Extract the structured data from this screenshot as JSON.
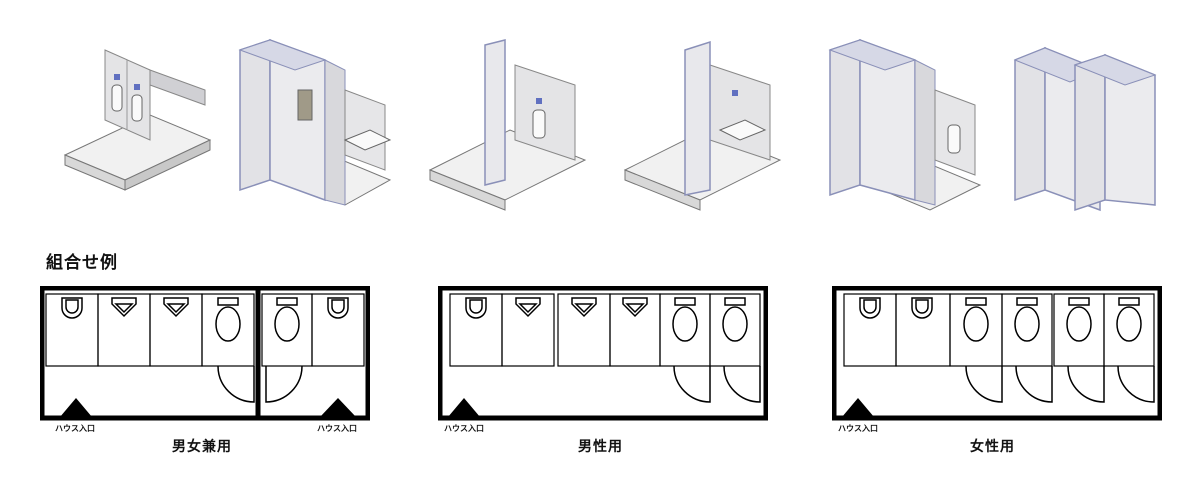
{
  "section_title": "組合せ例",
  "isometric_units": [
    {
      "name": "urinal-unit-1"
    },
    {
      "name": "toilet-room-unit-1"
    },
    {
      "name": "urinal-partition-unit"
    },
    {
      "name": "sink-partition-unit"
    },
    {
      "name": "toilet-room-unit-2"
    },
    {
      "name": "double-toilet-room-unit"
    }
  ],
  "plans": [
    {
      "label": "男女兼用",
      "entrance_labels": [
        "ハウス入口",
        "ハウス入口"
      ],
      "fixtures": [
        "washbasin",
        "urinal",
        "urinal",
        "toilet",
        "toilet",
        "washbasin"
      ]
    },
    {
      "label": "男性用",
      "entrance_labels": [
        "ハウス入口"
      ],
      "fixtures": [
        "washbasin",
        "urinal",
        "urinal",
        "urinal",
        "toilet",
        "toilet"
      ]
    },
    {
      "label": "女性用",
      "entrance_labels": [
        "ハウス入口"
      ],
      "fixtures": [
        "washbasin",
        "washbasin",
        "toilet",
        "toilet",
        "toilet",
        "toilet"
      ]
    }
  ],
  "colors": {
    "line": "#000000",
    "iso_frame": "#8a90b8",
    "iso_panel": "#e6e6e8",
    "iso_floor": "#f1f1f1"
  }
}
